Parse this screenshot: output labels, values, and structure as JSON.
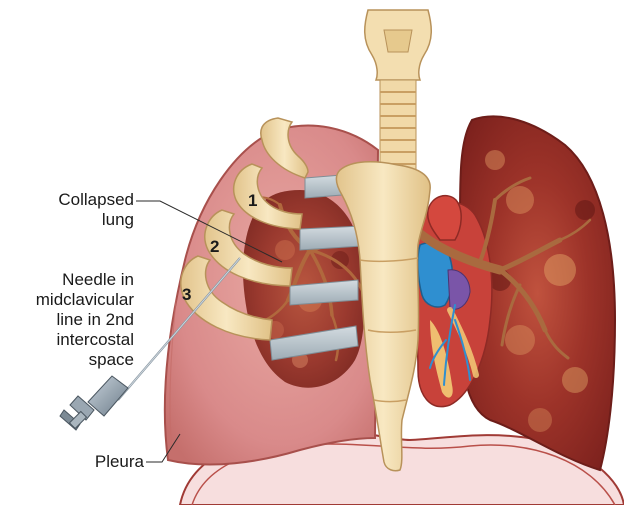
{
  "labels": {
    "collapsed_lung_line1": "Collapsed",
    "collapsed_lung_line2": "lung",
    "needle_line1": "Needle in",
    "needle_line2": "midclavicular",
    "needle_line3": "line in 2nd",
    "needle_line4": "intercostal",
    "needle_line5": "space",
    "pleura": "Pleura"
  },
  "rib_numbers": [
    "1",
    "2",
    "3"
  ],
  "colors": {
    "lung_pink": "#d98a8a",
    "lung_dark": "#8e2a25",
    "bone": "#f3deb0",
    "cartilage": "#b8c4cc",
    "heart": "#c8423a",
    "vessel_blue": "#2f8fd0"
  }
}
